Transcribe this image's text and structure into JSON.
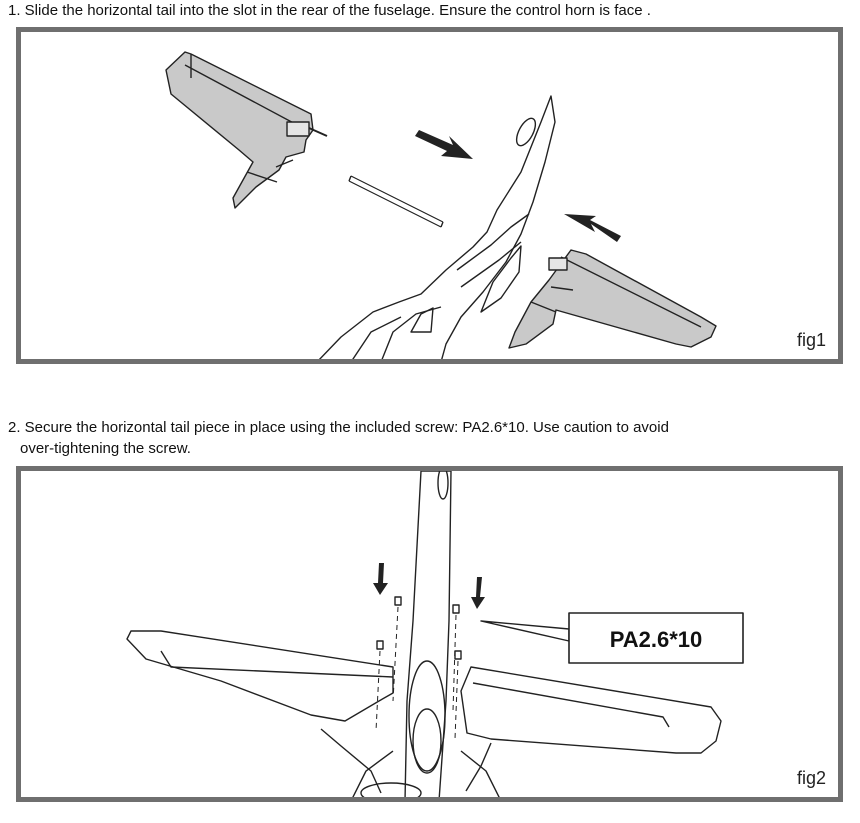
{
  "step1": {
    "text": "1. Slide the horizontal tail into the slot in the rear of the fuselage. Ensure the control horn is face ."
  },
  "fig1": {
    "label": "fig1"
  },
  "step2": {
    "line1": "2. Secure the horizontal tail piece in place using the included  screw: PA2.6*10. Use caution to avoid",
    "line2": "over-tightening the screw."
  },
  "fig2": {
    "label": "fig2",
    "callout": "PA2.6*10"
  },
  "colors": {
    "frame": "#6f6f6f",
    "tail_fill": "#c9c9c9",
    "line": "#222222"
  }
}
